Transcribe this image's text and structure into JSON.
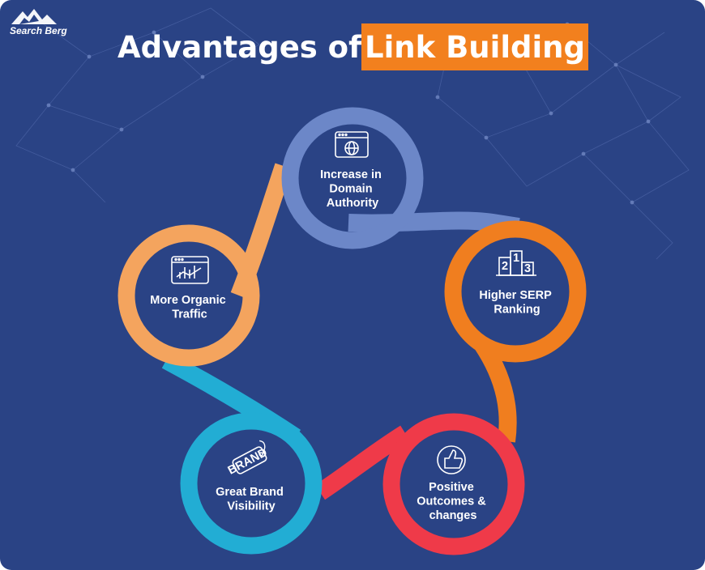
{
  "brand": {
    "logo_text": "Search Berg"
  },
  "title": {
    "prefix": "Advantages of",
    "highlight": "Link Building"
  },
  "colors": {
    "background": "#2a4385",
    "title_highlight": "#f2801e",
    "domain_authority": "#6c87c8",
    "serp_ranking": "#f07e1f",
    "positive_outcomes": "#ef3a49",
    "brand_visibility": "#22add4",
    "organic_traffic": "#f4a45e"
  },
  "nodes": [
    {
      "id": "domain-authority",
      "icon": "globe-browser-icon",
      "lines": [
        "Increase in",
        "Domain",
        "Authority"
      ]
    },
    {
      "id": "serp-ranking",
      "icon": "podium-icon",
      "podium_digits": [
        "2",
        "1",
        "3"
      ],
      "lines": [
        "Higher SERP",
        "Ranking"
      ]
    },
    {
      "id": "positive-outcomes",
      "icon": "thumbs-up-icon",
      "lines": [
        "Positive",
        "Outcomes &",
        "changes"
      ]
    },
    {
      "id": "brand-visibility",
      "icon": "brand-tag-icon",
      "tag_text": "BRAND",
      "lines": [
        "Great Brand",
        "Visibility"
      ]
    },
    {
      "id": "organic-traffic",
      "icon": "analytics-window-icon",
      "lines": [
        "More Organic",
        "Traffic"
      ]
    }
  ]
}
